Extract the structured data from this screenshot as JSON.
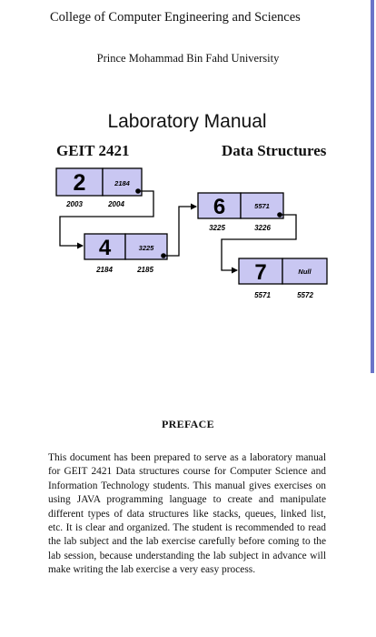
{
  "header": {
    "college": "College of Computer Engineering and Sciences",
    "university": "Prince Mohammad Bin Fahd University",
    "manual_title": "Laboratory Manual",
    "course_code": "GEIT 2421",
    "course_name": "Data Structures"
  },
  "diagram": {
    "nodes": [
      {
        "value": "2",
        "pointer": "2184",
        "addr_left": "2003",
        "addr_right": "2004"
      },
      {
        "value": "4",
        "pointer": "3225",
        "addr_left": "2184",
        "addr_right": "2185"
      },
      {
        "value": "6",
        "pointer": "5571",
        "addr_left": "3225",
        "addr_right": "3226"
      },
      {
        "value": "7",
        "pointer": "Null",
        "addr_left": "5571",
        "addr_right": "5572"
      }
    ],
    "colors": {
      "node_fill": "#c9c7f2",
      "border": "#000000"
    }
  },
  "preface": {
    "heading": "PREFACE",
    "body": "This document has been prepared to serve as a laboratory manual for GEIT 2421 Data structures course for Computer Science and Information Technology students. This manual gives exercises on using JAVA programming language to create and manipulate different types of data structures like stacks, queues, linked list, etc. It is clear and organized. The student is recommended to read the lab subject and the lab exercise carefully before coming to the lab session, because understanding the lab subject in advance will make writing the lab exercise a very easy process."
  },
  "decor": {
    "accent_bar": "#6b74c9"
  }
}
